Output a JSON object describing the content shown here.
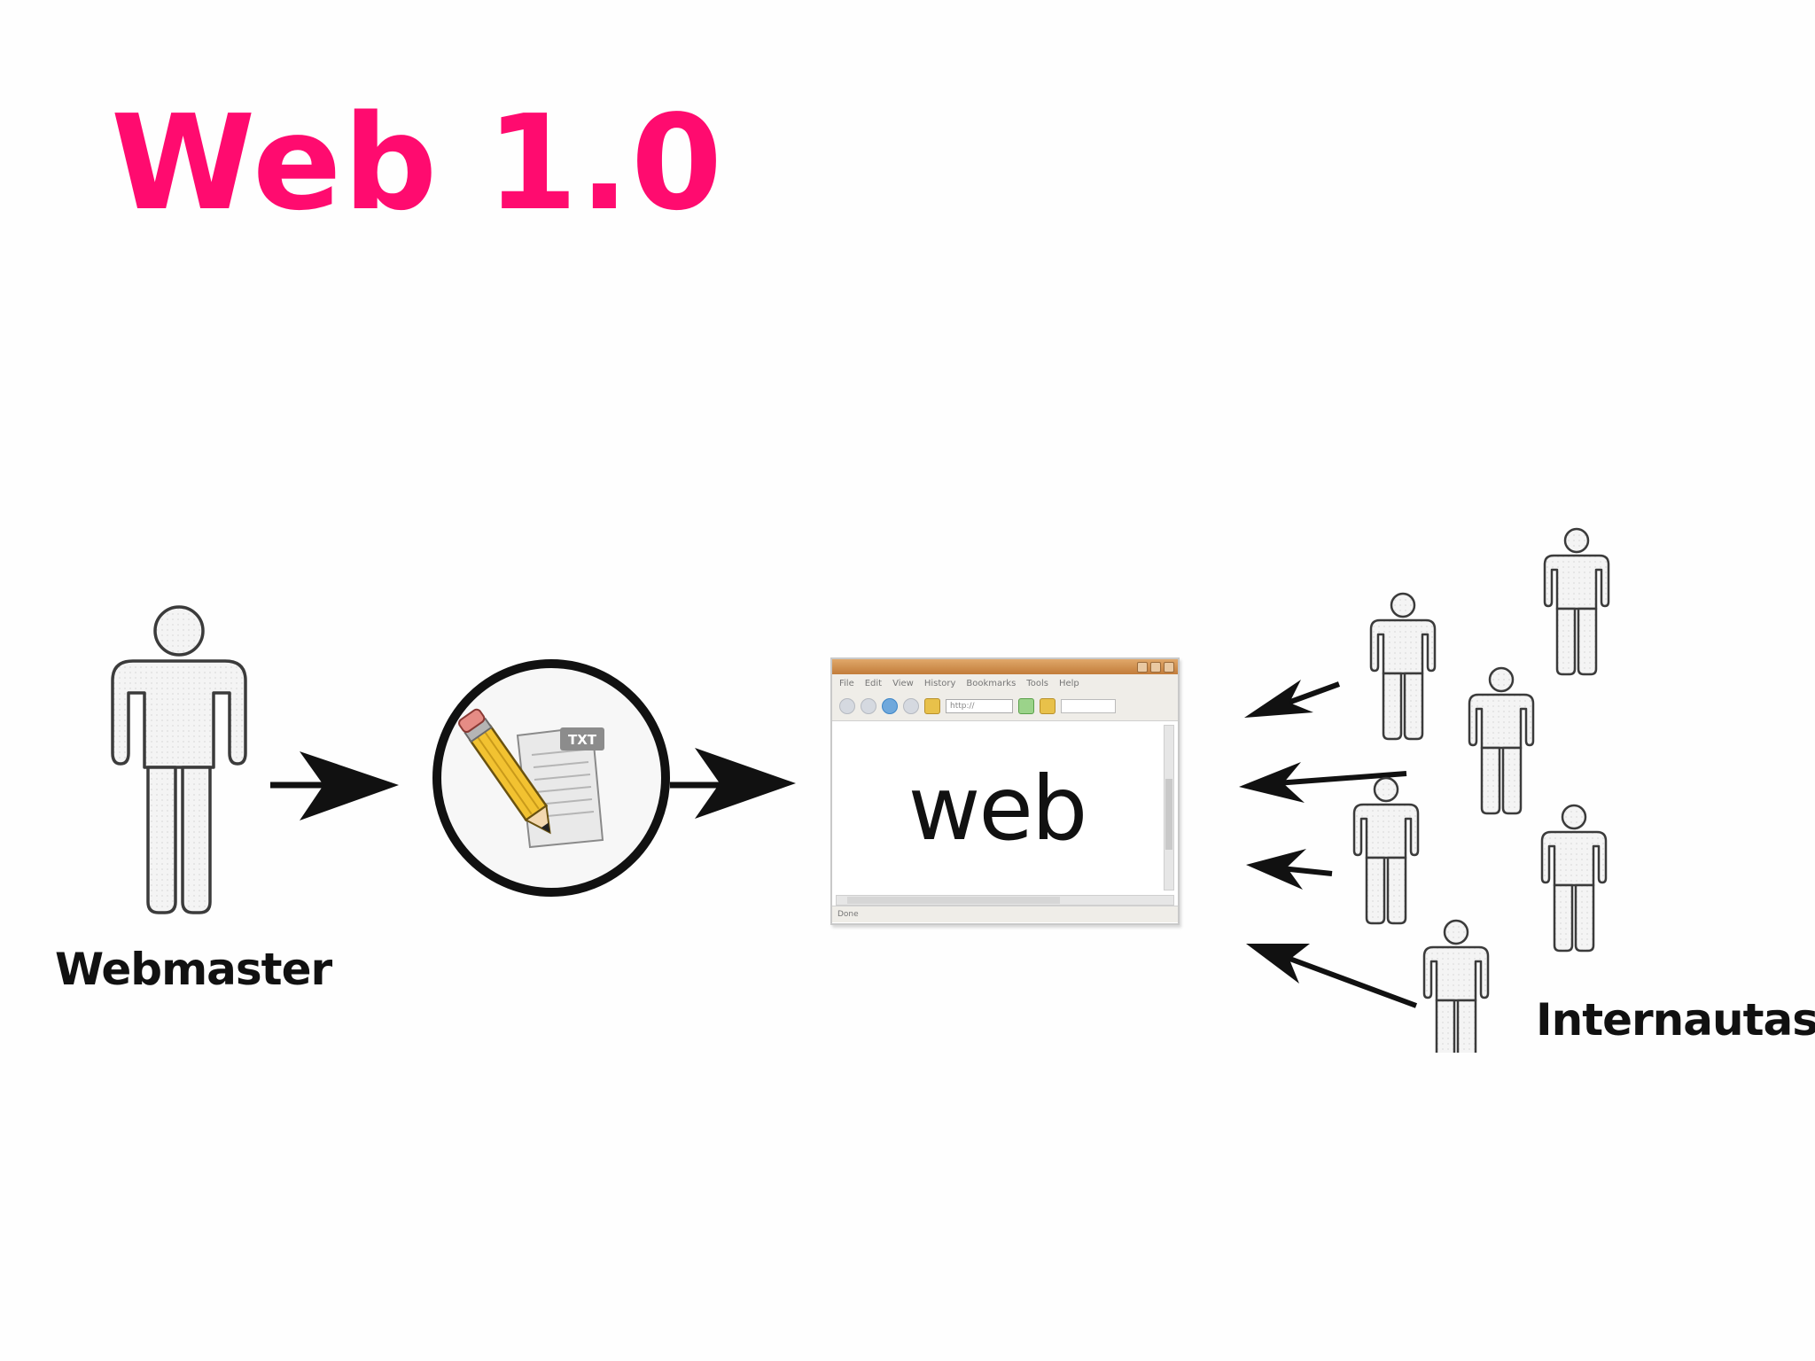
{
  "title": "Web 1.0",
  "colors": {
    "title": "#ff0b6f",
    "figure_fill": "#f1f1f1",
    "figure_stroke": "#3b3b3b",
    "arrow": "#111111"
  },
  "labels": {
    "webmaster": "Webmaster",
    "internautas": "Internautas"
  },
  "file_icon": {
    "badge": "TXT",
    "icon": "pencil-document-icon"
  },
  "browser": {
    "menu": [
      "File",
      "Edit",
      "View",
      "History",
      "Bookmarks",
      "Tools",
      "Help"
    ],
    "url": "http://",
    "content": "web",
    "status": "Done"
  }
}
